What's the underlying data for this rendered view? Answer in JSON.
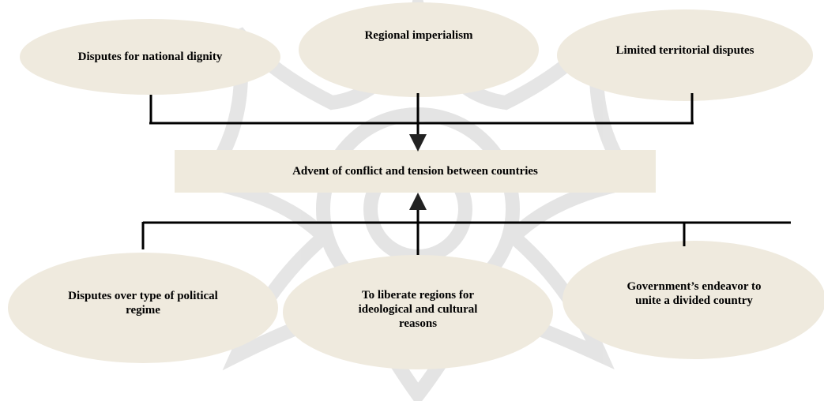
{
  "colors": {
    "shape_fill": "#efeade",
    "center_fill": "#efeadd",
    "line": "#000000",
    "watermark": "#d9d9d9"
  },
  "diagram": {
    "top_causes": [
      "Disputes for national dignity",
      "Regional imperialism",
      "Limited territorial disputes"
    ],
    "center": "Advent of conflict and tension between countries",
    "bottom_causes": [
      "Disputes over type of political regime",
      "To liberate regions for ideological and cultural reasons",
      "Government’s endeavor to unite a divided country"
    ]
  }
}
